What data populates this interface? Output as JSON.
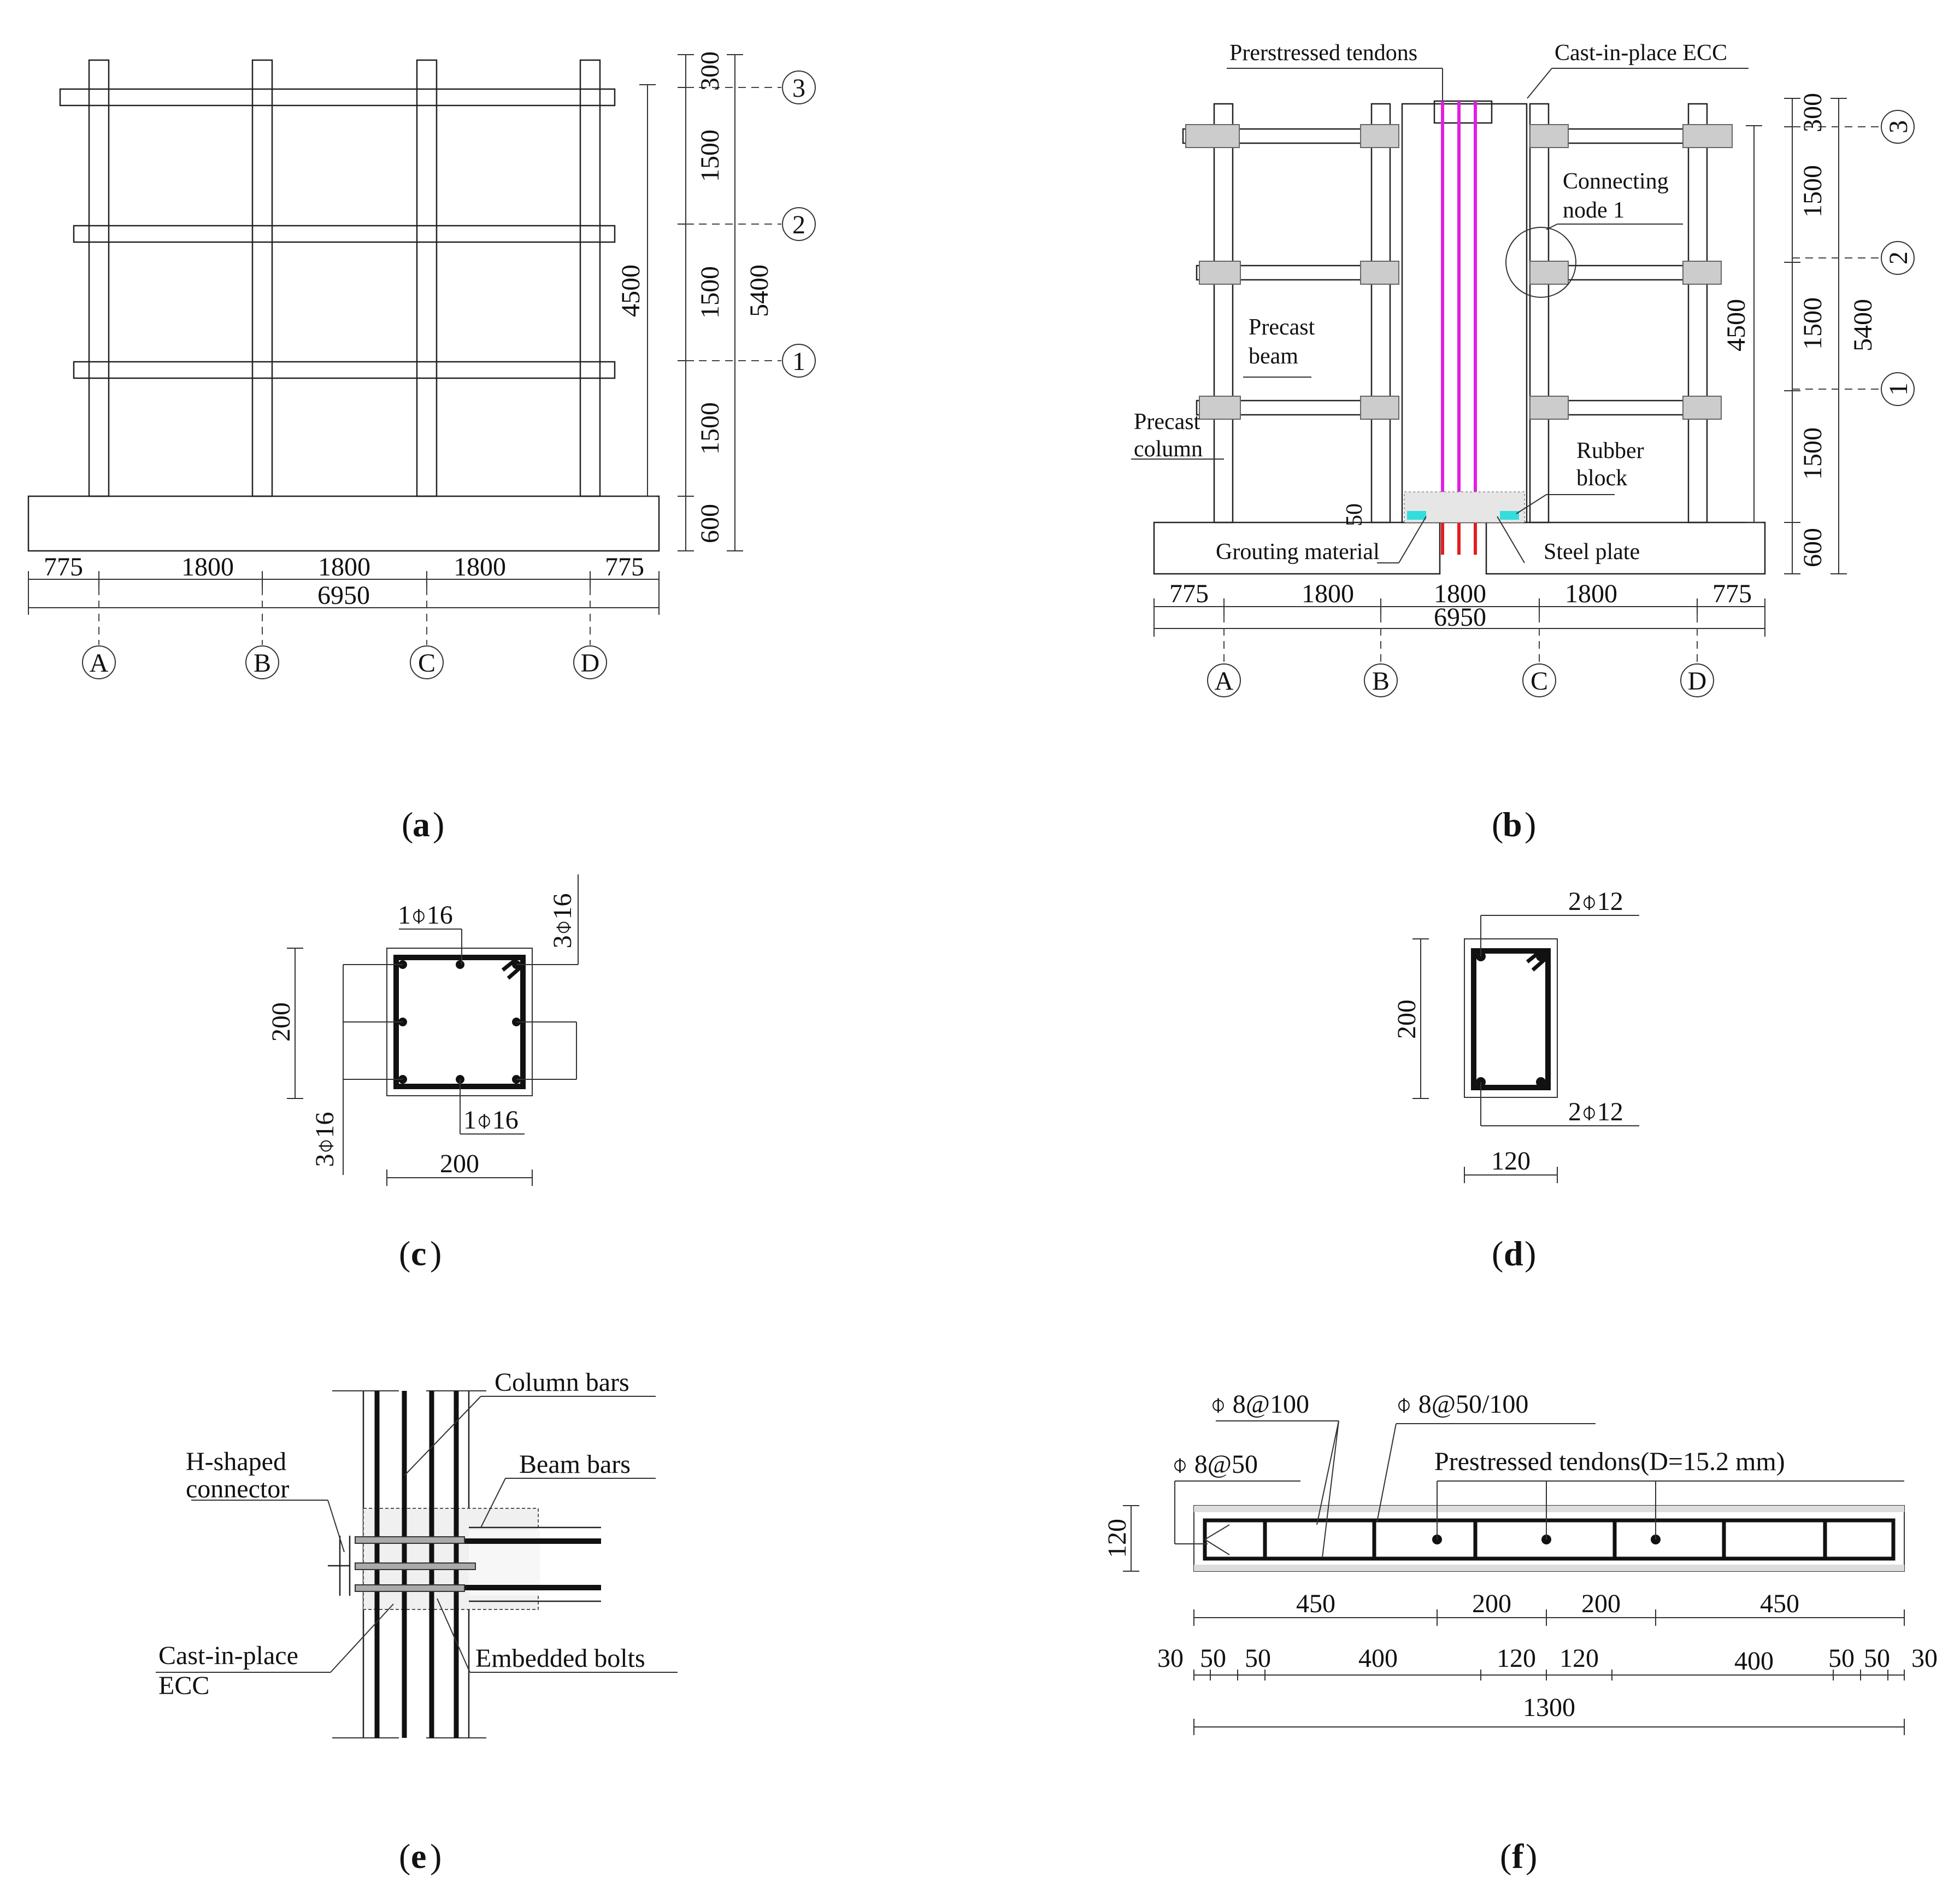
{
  "panel_a": {
    "caption": "a",
    "dims_bottom": [
      "775",
      "1800",
      "1800",
      "1800",
      "775"
    ],
    "dim_total": "6950",
    "dims_right": [
      "300",
      "1500",
      "1500",
      "1500",
      "600"
    ],
    "dim_4500": "4500",
    "dim_5400": "5400",
    "axes": [
      "A",
      "B",
      "C",
      "D"
    ],
    "levels": [
      "3",
      "2",
      "1"
    ]
  },
  "panel_b": {
    "caption": "b",
    "labels": {
      "tendons": "Prerstressed tendons",
      "ecc": "Cast-in-place ECC",
      "node1_a": "Connecting",
      "node1_b": "node 1",
      "beam_a": "Precast",
      "beam_b": "beam",
      "column_a": "Precast",
      "column_b": "column",
      "rubber_a": "Rubber",
      "rubber_b": "block",
      "grout": "Grouting material",
      "steel": "Steel plate",
      "dim50": "50"
    },
    "dims_bottom": [
      "775",
      "1800",
      "1800",
      "1800",
      "775"
    ],
    "dim_total": "6950",
    "dims_right": [
      "300",
      "1500",
      "1500",
      "1500",
      "600"
    ],
    "dim_4500": "4500",
    "dim_5400": "5400",
    "axes": [
      "A",
      "B",
      "C",
      "D"
    ],
    "levels": [
      "3",
      "2",
      "1"
    ]
  },
  "panel_c": {
    "caption": "c",
    "top_bar": "1⌽16",
    "right_bars": "3⌽16",
    "bottom_bar": "1⌽16",
    "left_bars": "3⌽16",
    "height": "200",
    "width": "200"
  },
  "panel_d": {
    "caption": "d",
    "top_bars": "2⌽12",
    "bottom_bars": "2⌽12",
    "height": "200",
    "width": "120"
  },
  "panel_e": {
    "caption": "e",
    "column_bars": "Column bars",
    "h_conn_a": "H-shaped",
    "h_conn_b": "connector",
    "beam_bars": "Beam bars",
    "ecc_a": "Cast-in-place",
    "ecc_b": "ECC",
    "bolts": "Embedded bolts"
  },
  "panel_f": {
    "caption": "f",
    "stirrup_100": "⌽ 8@100",
    "stirrup_50_100": "⌽ 8@50/100",
    "stirrup_50": "⌽ 8@50",
    "tendons": "Prestressed tendons(D=15.2  mm)",
    "height": "120",
    "row1": [
      "450",
      "200",
      "200",
      "450"
    ],
    "row2": [
      "30",
      "50",
      "50",
      "400",
      "120",
      "120",
      "400",
      "50",
      "50",
      "30"
    ],
    "total": "1300"
  }
}
